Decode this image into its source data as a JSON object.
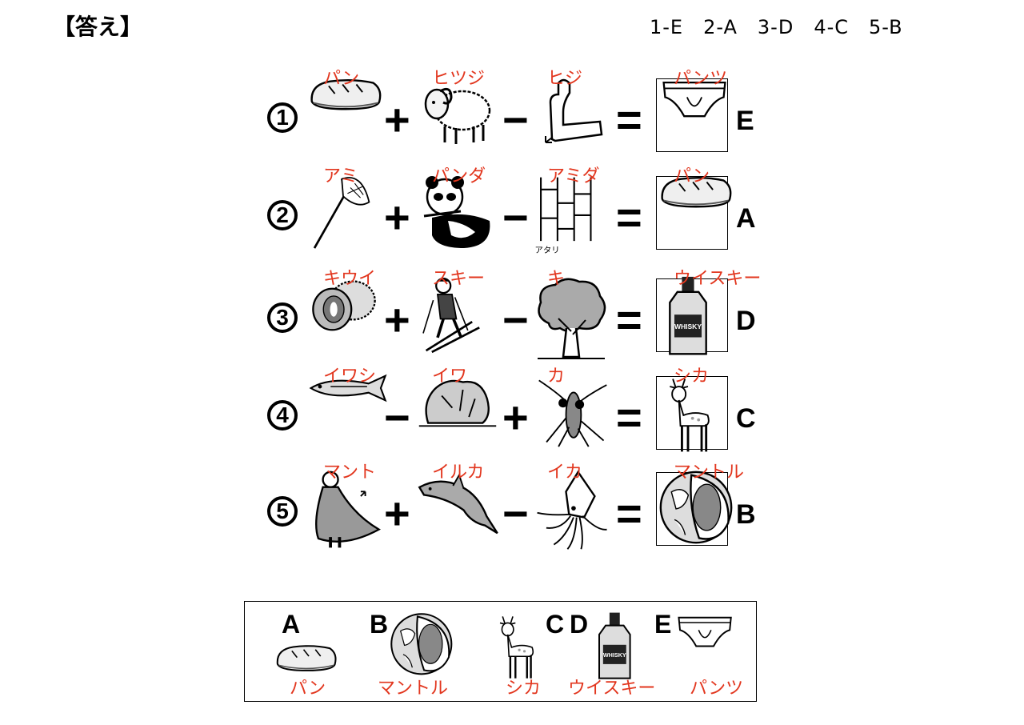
{
  "page": {
    "title": "【答え】",
    "answer_key": "1-E　2-A　3-D　4-C　5-B"
  },
  "puzzles": [
    {
      "number": "1",
      "terms": [
        {
          "label": "パン",
          "icon": "bread-icon"
        },
        {
          "op": "+",
          "label": "ヒツジ",
          "icon": "sheep-icon"
        },
        {
          "op": "−",
          "label": "ヒジ",
          "icon": "elbow-icon"
        }
      ],
      "result": {
        "label": "パンツ",
        "icon": "underpants-icon"
      },
      "answer": "E"
    },
    {
      "number": "2",
      "terms": [
        {
          "label": "アミ",
          "icon": "net-icon"
        },
        {
          "op": "+",
          "label": "パンダ",
          "icon": "panda-icon"
        },
        {
          "op": "−",
          "label": "アミダ",
          "icon": "amida-ladder-icon",
          "note": "アタリ"
        }
      ],
      "result": {
        "label": "パン",
        "icon": "bread-icon"
      },
      "answer": "A"
    },
    {
      "number": "3",
      "terms": [
        {
          "label": "キウイ",
          "icon": "kiwi-icon"
        },
        {
          "op": "+",
          "label": "スキー",
          "icon": "skier-icon"
        },
        {
          "op": "−",
          "label": "キ",
          "icon": "tree-icon"
        }
      ],
      "result": {
        "label": "ウイスキー",
        "icon": "whisky-bottle-icon",
        "bottle_text": "WHISKY"
      },
      "answer": "D"
    },
    {
      "number": "4",
      "terms": [
        {
          "label": "イワシ",
          "icon": "sardine-icon"
        },
        {
          "op": "−",
          "label": "イワ",
          "icon": "rock-icon"
        },
        {
          "op": "+",
          "label": "カ",
          "icon": "mosquito-icon"
        }
      ],
      "result": {
        "label": "シカ",
        "icon": "deer-icon"
      },
      "answer": "C"
    },
    {
      "number": "5",
      "terms": [
        {
          "label": "マント",
          "icon": "cape-icon"
        },
        {
          "op": "+",
          "label": "イルカ",
          "icon": "dolphin-icon"
        },
        {
          "op": "−",
          "label": "イカ",
          "icon": "squid-icon"
        }
      ],
      "result": {
        "label": "マントル",
        "icon": "earth-mantle-icon"
      },
      "answer": "B"
    }
  ],
  "equals": "=",
  "options": [
    {
      "letter": "A",
      "label": "パン",
      "icon": "bread-icon"
    },
    {
      "letter": "B",
      "label": "マントル",
      "icon": "earth-mantle-icon"
    },
    {
      "letter": "C",
      "label": "シカ",
      "icon": "deer-icon"
    },
    {
      "letter": "D",
      "label": "ウイスキー",
      "icon": "whisky-bottle-icon",
      "bottle_text": "WHISKY"
    },
    {
      "letter": "E",
      "label": "パンツ",
      "icon": "underpants-icon"
    }
  ]
}
